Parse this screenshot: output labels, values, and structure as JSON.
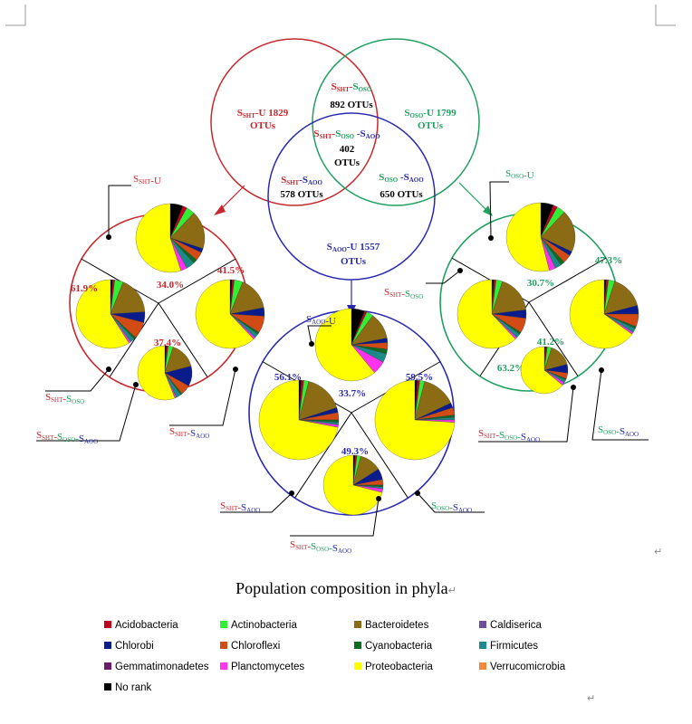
{
  "colors": {
    "Acidobacteria": "#c0001f",
    "Actinobacteria": "#33ee33",
    "Bacteroidetes": "#8b6b14",
    "Caldiserica": "#6b4f9a",
    "Chlorobi": "#0a1c8c",
    "Chloroflexi": "#d24a14",
    "Cyanobacteria": "#0f6b22",
    "Firmicutes": "#1d8a8a",
    "Gemmatimonadetes": "#6b1b6b",
    "Planctomycetes": "#ff33ee",
    "Proteobacteria": "#ffff00",
    "Verrucomicrobia": "#f08a3a",
    "No rank": "#000000"
  },
  "group_colors": {
    "SHT": "#c8282d",
    "OSO": "#20a060",
    "AOO": "#2a2ab0"
  },
  "venn": {
    "sht_unique": {
      "label": "S_SHT-U 1829",
      "unit": "OTUs"
    },
    "oso_unique": {
      "label": "S_OSO-U 1799",
      "unit": "OTUs"
    },
    "aoo_unique": {
      "label": "S_AOO-U 1557",
      "unit": "OTUs"
    },
    "sht_oso": {
      "label": "S_SHT-S_OSO",
      "count": "892 OTUs"
    },
    "sht_aoo": {
      "label": "S_SHT-S_AOO",
      "count": "578 OTUs"
    },
    "oso_aoo": {
      "label": "S_OSO-S_AOO",
      "count": "650 OTUs"
    },
    "all": {
      "label": "S_SHT-S_OSO-S_AOO",
      "count": "402",
      "unit": "OTUs"
    }
  },
  "panels": {
    "sht": {
      "percents": [
        "34.0%",
        "61.9%",
        "41.5%",
        "37.4%"
      ],
      "labels": {
        "unique": "S_SHT-U",
        "pair1": "S_SHT-S_OSO",
        "pair2": "S_SHT-S_AOO",
        "triple": "S_SHT-S_OSO-S_AOO"
      }
    },
    "aoo": {
      "percents": [
        "33.7%",
        "56.1%",
        "59.5%",
        "49.3%"
      ],
      "labels": {
        "unique": "S_AOO-U",
        "pair1": "S_SHT-S_AOO",
        "pair2": "S_OSO-S_AOO",
        "triple": "S_SHT-S_OSO-S_AOO"
      }
    },
    "oso": {
      "percents": [
        "30.7%",
        "63.2%",
        "47.3%",
        "41.2%"
      ],
      "labels": {
        "unique": "S_OSO-U",
        "pair1": "S_SHT-S_OSO",
        "pair2": "S_OSO-S_AOO",
        "triple": "S_SHT-S_OSO-S_AOO"
      }
    }
  },
  "chart_data": [
    {
      "type": "pie",
      "panel": "sht",
      "sector": "S_SHT-U",
      "percent_label": "34.0%",
      "categories": [
        "No rank",
        "Acidobacteria",
        "Actinobacteria",
        "Bacteroidetes",
        "Chlorobi",
        "Chloroflexi",
        "Cyanobacteria",
        "Firmicutes",
        "Planctomycetes",
        "Proteobacteria"
      ],
      "values": [
        6,
        2,
        4,
        18,
        2,
        4,
        2,
        4,
        3,
        55
      ]
    },
    {
      "type": "pie",
      "panel": "sht",
      "sector": "S_SHT-S_OSO",
      "percent_label": "61.9%",
      "categories": [
        "No rank",
        "Acidobacteria",
        "Actinobacteria",
        "Bacteroidetes",
        "Chlorobi",
        "Chloroflexi",
        "Cyanobacteria",
        "Firmicutes",
        "Planctomycetes",
        "Proteobacteria"
      ],
      "values": [
        1,
        1,
        4,
        18,
        5,
        8,
        1,
        2,
        1,
        59
      ]
    },
    {
      "type": "pie",
      "panel": "sht",
      "sector": "S_SHT-S_AOO",
      "percent_label": "41.5%",
      "categories": [
        "No rank",
        "Acidobacteria",
        "Actinobacteria",
        "Bacteroidetes",
        "Chlorobi",
        "Chloroflexi",
        "Cyanobacteria",
        "Firmicutes",
        "Planctomycetes",
        "Proteobacteria"
      ],
      "values": [
        1,
        1,
        4,
        16,
        4,
        8,
        1,
        2,
        1,
        62
      ]
    },
    {
      "type": "pie",
      "panel": "sht",
      "sector": "S_SHT-S_OSO-S_AOO",
      "percent_label": "37.4%",
      "categories": [
        "No rank",
        "Acidobacteria",
        "Actinobacteria",
        "Bacteroidetes",
        "Chlorobi",
        "Chloroflexi",
        "Cyanobacteria",
        "Firmicutes",
        "Planctomycetes",
        "Proteobacteria"
      ],
      "values": [
        1,
        1,
        3,
        16,
        12,
        6,
        1,
        3,
        1,
        56
      ]
    },
    {
      "type": "pie",
      "panel": "aoo",
      "sector": "S_AOO-U",
      "percent_label": "33.7%",
      "categories": [
        "No rank",
        "Acidobacteria",
        "Actinobacteria",
        "Bacteroidetes",
        "Chlorobi",
        "Chloroflexi",
        "Cyanobacteria",
        "Firmicutes",
        "Planctomycetes",
        "Proteobacteria"
      ],
      "values": [
        6,
        1,
        3,
        12,
        2,
        3,
        2,
        4,
        6,
        61
      ]
    },
    {
      "type": "pie",
      "panel": "aoo",
      "sector": "S_SHT-S_AOO",
      "percent_label": "56.1%",
      "categories": [
        "No rank",
        "Acidobacteria",
        "Actinobacteria",
        "Bacteroidetes",
        "Chlorobi",
        "Chloroflexi",
        "Cyanobacteria",
        "Firmicutes",
        "Planctomycetes",
        "Proteobacteria"
      ],
      "values": [
        1,
        1,
        2,
        16,
        2,
        3,
        1,
        1,
        1,
        72
      ]
    },
    {
      "type": "pie",
      "panel": "aoo",
      "sector": "S_OSO-S_AOO",
      "percent_label": "59.5%",
      "categories": [
        "No rank",
        "Acidobacteria",
        "Actinobacteria",
        "Bacteroidetes",
        "Chlorobi",
        "Chloroflexi",
        "Cyanobacteria",
        "Firmicutes",
        "Planctomycetes",
        "Proteobacteria"
      ],
      "values": [
        1,
        1,
        2,
        14,
        2,
        3,
        1,
        1,
        1,
        74
      ]
    },
    {
      "type": "pie",
      "panel": "aoo",
      "sector": "S_SHT-S_OSO-S_AOO",
      "percent_label": "49.3%",
      "categories": [
        "No rank",
        "Acidobacteria",
        "Actinobacteria",
        "Bacteroidetes",
        "Chlorobi",
        "Chloroflexi",
        "Cyanobacteria",
        "Firmicutes",
        "Planctomycetes",
        "Proteobacteria"
      ],
      "values": [
        1,
        1,
        2,
        12,
        6,
        3,
        1,
        1,
        2,
        71
      ]
    },
    {
      "type": "pie",
      "panel": "oso",
      "sector": "S_OSO-U",
      "percent_label": "30.7%",
      "categories": [
        "No rank",
        "Acidobacteria",
        "Actinobacteria",
        "Bacteroidetes",
        "Chlorobi",
        "Chloroflexi",
        "Cyanobacteria",
        "Firmicutes",
        "Planctomycetes",
        "Proteobacteria"
      ],
      "values": [
        6,
        2,
        4,
        20,
        2,
        4,
        2,
        3,
        3,
        54
      ]
    },
    {
      "type": "pie",
      "panel": "oso",
      "sector": "S_SHT-S_OSO",
      "percent_label": "63.2%",
      "categories": [
        "No rank",
        "Acidobacteria",
        "Actinobacteria",
        "Bacteroidetes",
        "Chlorobi",
        "Chloroflexi",
        "Cyanobacteria",
        "Firmicutes",
        "Planctomycetes",
        "Proteobacteria"
      ],
      "values": [
        1,
        1,
        3,
        18,
        4,
        7,
        1,
        2,
        1,
        62
      ]
    },
    {
      "type": "pie",
      "panel": "oso",
      "sector": "S_OSO-S_AOO",
      "percent_label": "47.3%",
      "categories": [
        "No rank",
        "Acidobacteria",
        "Actinobacteria",
        "Bacteroidetes",
        "Chlorobi",
        "Chloroflexi",
        "Cyanobacteria",
        "Firmicutes",
        "Planctomycetes",
        "Proteobacteria"
      ],
      "values": [
        1,
        1,
        3,
        16,
        4,
        6,
        1,
        2,
        1,
        65
      ]
    },
    {
      "type": "pie",
      "panel": "oso",
      "sector": "S_SHT-S_OSO-S_AOO",
      "percent_label": "41.2%",
      "categories": [
        "No rank",
        "Acidobacteria",
        "Actinobacteria",
        "Bacteroidetes",
        "Chlorobi",
        "Chloroflexi",
        "Cyanobacteria",
        "Firmicutes",
        "Planctomycetes",
        "Proteobacteria"
      ],
      "values": [
        1,
        1,
        3,
        16,
        6,
        4,
        1,
        2,
        2,
        64
      ]
    }
  ],
  "caption": "Population composition in phyla",
  "legend": [
    "Acidobacteria",
    "Actinobacteria",
    "Bacteroidetes",
    "Caldiserica",
    "Chlorobi",
    "Chloroflexi",
    "Cyanobacteria",
    "Firmicutes",
    "Gemmatimonadetes",
    "Planctomycetes",
    "Proteobacteria",
    "Verrucomicrobia",
    "No rank"
  ]
}
